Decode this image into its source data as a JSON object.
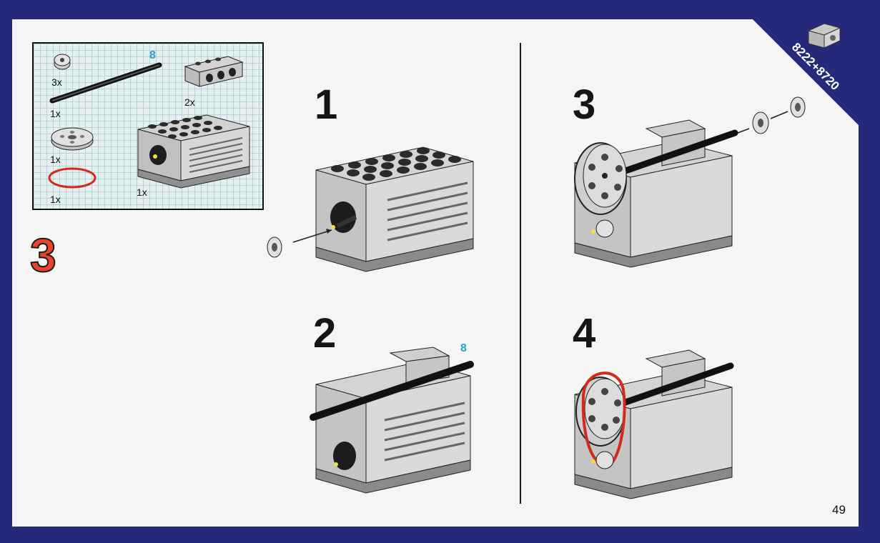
{
  "header": {
    "set_number": "8222+8720"
  },
  "page_number": "49",
  "main_step": "3",
  "parts_list": {
    "items": [
      {
        "name": "bush",
        "qty": "3x"
      },
      {
        "name": "axle",
        "qty": "1x",
        "length": "8"
      },
      {
        "name": "technic-brick",
        "qty": "2x"
      },
      {
        "name": "pulley-wheel",
        "qty": "1x"
      },
      {
        "name": "rubber-band",
        "qty": "1x"
      },
      {
        "name": "motor",
        "qty": "1x"
      }
    ]
  },
  "steps": [
    {
      "number": "1"
    },
    {
      "number": "2",
      "axle_length": "8"
    },
    {
      "number": "3"
    },
    {
      "number": "4"
    }
  ],
  "colors": {
    "border": "#24297a",
    "page": "#f5f6f3",
    "accent_red": "#e8432c",
    "axle_blue": "#2a9fd0",
    "band_red": "#d42a1e"
  }
}
